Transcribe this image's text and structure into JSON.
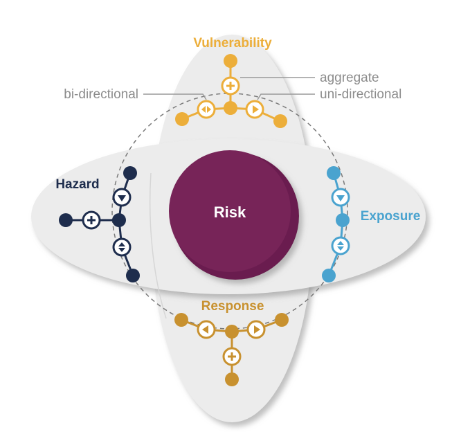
{
  "center": {
    "label": "Risk",
    "color": "#772458"
  },
  "components": {
    "vulnerability": {
      "label": "Vulnerability",
      "color": "#ECAE3A"
    },
    "hazard": {
      "label": "Hazard",
      "color": "#1E2D4D"
    },
    "exposure": {
      "label": "Exposure",
      "color": "#4AA3CF"
    },
    "response": {
      "label": "Response",
      "color": "#C8912F"
    }
  },
  "legend": {
    "aggregate": "aggregate",
    "bi_directional": "bi-directional",
    "uni_directional": "uni-directional"
  },
  "colors": {
    "ellipse_fill": "#ECECEC",
    "ellipse_shadow": "#BDBDBD",
    "connector_dash": "#7A7A7A",
    "legend_text": "#8C8C8C"
  },
  "icons": {
    "aggregate": "plus-icon",
    "bi_directional": "double-arrow-icon",
    "uni_directional": "single-arrow-icon"
  }
}
